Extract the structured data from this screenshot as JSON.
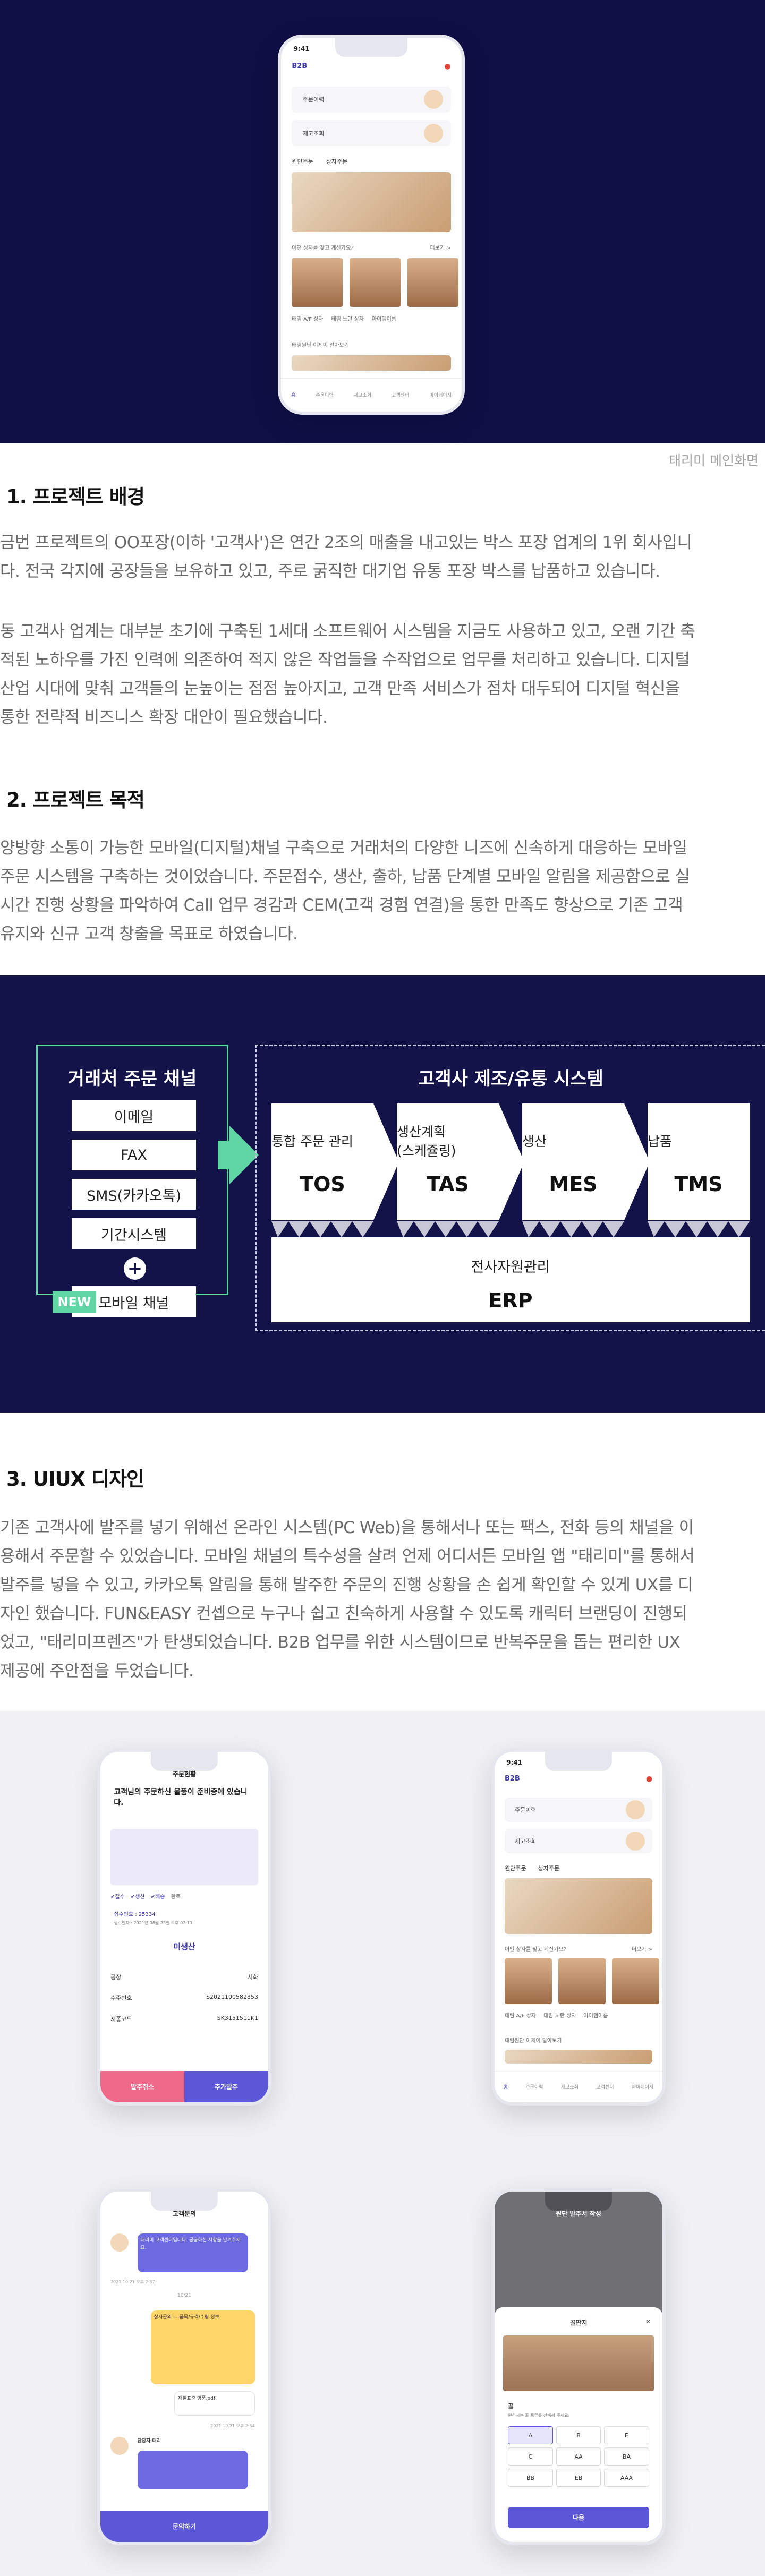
{
  "hero": {
    "phone": {
      "time": "9:41",
      "logo": "B2B",
      "card1": "주문이력",
      "card2": "재고조회",
      "tab_left": "원단주문",
      "tab_right": "상자주문",
      "banner_title": "어떤 상자를 찾고 계신가요?",
      "banner_more": "더보기 >",
      "products": [
        "태림 A/F 상자",
        "태림 노란 상자",
        "아이템이름"
      ],
      "footer_text": "태림원단 이제이 알아보기",
      "tabs": [
        "홈",
        "주문이력",
        "재고조회",
        "고객센터",
        "마이페이지"
      ]
    },
    "caption": "태리미 메인화면"
  },
  "section1": {
    "title": "1. 프로젝트 배경",
    "para1": [
      "금번 프로젝트의 OO포장(이하 '고객사')은 연간 2조의 매출을 내고있는 박스 포장 업계의 1위 회사입니",
      "다. 전국 각지에 공장들을 보유하고 있고, 주로 굵직한 대기업 유통 포장 박스를 납품하고 있습니다."
    ],
    "para2": [
      "동 고객사 업계는 대부분 초기에 구축된 1세대 소프트웨어 시스템을 지금도 사용하고 있고, 오랜 기간 축",
      "적된 노하우를 가진 인력에 의존하여 적지 않은 작업들을 수작업으로 업무를 처리하고 있습니다. 디지털",
      "산업 시대에 맞춰 고객들의 눈높이는 점점 높아지고, 고객 만족 서비스가 점차 대두되어 디지털 혁신을",
      "통한 전략적 비즈니스 확장 대안이 필요했습니다."
    ]
  },
  "section2": {
    "title": "2. 프로젝트 목적",
    "para": [
      "양방향 소통이 가능한 모바일(디지털)채널 구축으로 거래처의 다양한 니즈에 신속하게 대응하는 모바일",
      "주문 시스템을 구축하는 것이었습니다. 주문접수, 생산, 출하, 납품 단계별 모바일 알림을 제공함으로 실",
      "시간 진행 상황을 파악하여 Call 업무 경감과 CEM(고객 경험 연결)을 통한 만족도 향상으로 기존 고객",
      "유지와 신규 고객 창출을 목표로 하였습니다."
    ]
  },
  "diagram": {
    "left_title": "거래처 주문 채널",
    "channels": [
      "이메일",
      "FAX",
      "SMS(카카오톡)",
      "기간시스템"
    ],
    "plus": "+",
    "new_badge": "NEW",
    "mobile": "모바일 채널",
    "right_title": "고객사 제조/유통 시스템",
    "systems": [
      {
        "name": "통합 주문 관리",
        "name2": "",
        "code": "TOS"
      },
      {
        "name": "생산계획",
        "name2": "(스케쥴링)",
        "code": "TAS"
      },
      {
        "name": "생산",
        "name2": "",
        "code": "MES"
      },
      {
        "name": "납품",
        "name2": "",
        "code": "TMS"
      }
    ],
    "erp_name": "전사자원관리",
    "erp_code": "ERP",
    "colors": {
      "accent": "#5fd6a4",
      "background": "#13134a"
    }
  },
  "section3": {
    "title": "3. UIUX 디자인",
    "para": [
      "기존 고객사에 발주를 넣기 위해선 온라인 시스템(PC Web)을 통해서나 또는 팩스, 전화 등의 채널을 이",
      "용해서 주문할 수 있었습니다. 모바일 채널의 특수성을 살려 언제 어디서든 모바일 앱 \"태리미\"를 통해서",
      "발주를 넣을 수 있고, 카카오톡 알림을 통해 발주한 주문의 진행 상황을 손 쉽게 확인할 수 있게 UX를 디",
      "자인 했습니다. FUN&EASY 컨셉으로 누구나 쉽고 친숙하게 사용할 수 있도록 캐릭터 브랜딩이 진행되",
      "었고, \"태리미프렌즈\"가 탄생되었습니다. B2B 업무를 위한 시스템이므로 반복주문을 돕는 편리한 UX",
      "제공에 주안점을 두었습니다."
    ]
  },
  "gallery": {
    "order_status": {
      "title": "주문현황",
      "headline": "고객님의 주문하신 물품이 준비중에 있습니다.",
      "steps": [
        "✔접수",
        "✔생산",
        "✔배송",
        "완료"
      ],
      "order_no": "접수번호 : 25334",
      "date": "접수일자 : 2021년 08월 23일 오후 02:13",
      "status": "미생산",
      "rows": [
        [
          "공장",
          "시화"
        ],
        [
          "수주번호",
          "S2021100582353"
        ],
        [
          "지종코드",
          "SK3151511K1"
        ]
      ],
      "cancel": "발주취소",
      "reorder": "추가발주"
    },
    "chat": {
      "title": "고객문의",
      "msg1": "태리미 고객센터입니다. 궁금하신 사항을 남겨주세요.",
      "date1": "2021.10.21 오후 2:37",
      "divider": "10/21",
      "msg2": "상자문의 — 품목/규격/수량 정보",
      "file": "재질표준 명품.pdf",
      "date2": "2021.10.21 오후 2:54",
      "reply_name": "담당자 태리",
      "btn": "문의하기"
    },
    "fabric": {
      "title": "원단 발주서 작성",
      "sheet_title": "골판지",
      "label": "골",
      "note": "원하시는 골 종류를 선택해 주세요.",
      "options": [
        "A",
        "B",
        "E",
        "C",
        "AA",
        "BA",
        "BB",
        "EB",
        "AAA"
      ],
      "btn": "다음"
    },
    "colors": {
      "primary": "#5b57d6",
      "danger": "#ef6a8a"
    }
  }
}
